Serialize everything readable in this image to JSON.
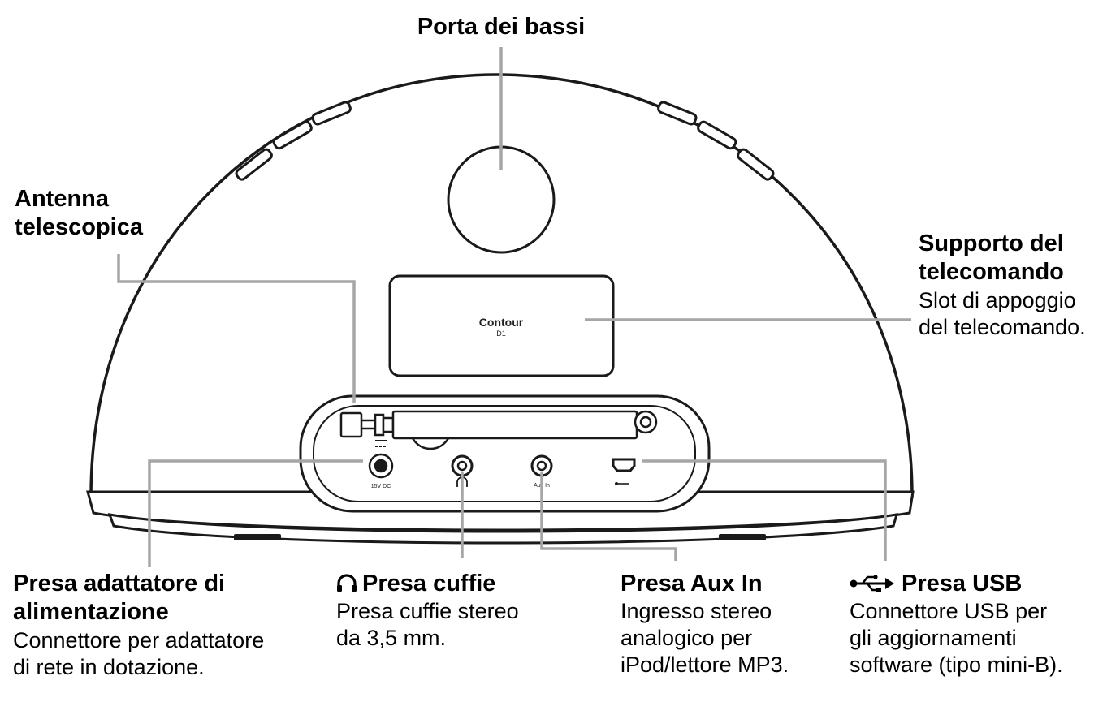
{
  "product_label": {
    "name": "Contour",
    "model": "D1"
  },
  "port_labels": {
    "power": "15V DC",
    "aux": "Aux In"
  },
  "callouts": {
    "bass_port": {
      "title": "Porta dei bassi"
    },
    "antenna": {
      "title_line1": "Antenna",
      "title_line2": "telescopica"
    },
    "remote_holder": {
      "title_line1": "Supporto del",
      "title_line2": "telecomando",
      "desc_line1": "Slot di appoggio",
      "desc_line2": "del telecomando."
    },
    "power": {
      "title_line1": "Presa adattatore di",
      "title_line2": "alimentazione",
      "desc_line1": "Connettore per adattatore",
      "desc_line2": "di rete in dotazione."
    },
    "headphones": {
      "title": "Presa cuffie",
      "desc_line1": "Presa cuffie stereo",
      "desc_line2": "da 3,5 mm."
    },
    "aux": {
      "title": "Presa Aux In",
      "desc_line1": "Ingresso stereo",
      "desc_line2": "analogico per",
      "desc_line3": "iPod/lettore MP3."
    },
    "usb": {
      "title": "Presa USB",
      "desc_line1": "Connettore USB per",
      "desc_line2": "gli aggiornamenti",
      "desc_line3": "software (tipo mini-B)."
    }
  },
  "colors": {
    "line": "#a6a6a6",
    "outline": "#1a1a1a"
  }
}
